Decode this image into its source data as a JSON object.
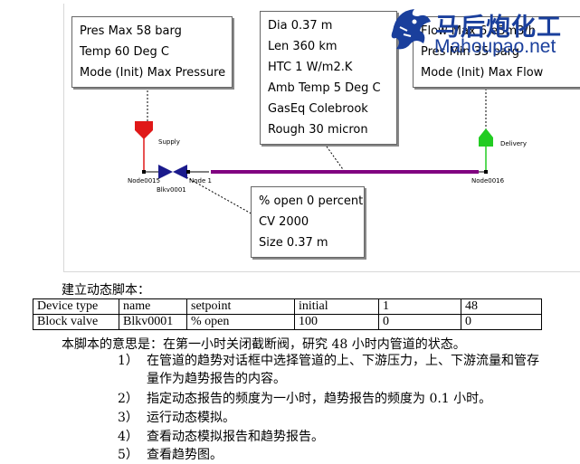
{
  "diagram": {
    "supply_box": [
      "Pres Max 58 barg",
      "Temp 60 Deg C",
      "Mode (Init) Max Pressure"
    ],
    "pipe_box": [
      "Dia 0.37 m",
      "Len 360 km",
      "HTC 1 W/m2.K",
      "Amb Temp 5 Deg C",
      "GasEq Colebrook",
      "Rough 30 micron"
    ],
    "delivery_box": [
      "Flow Max 6 e3m3/h",
      "Pres Min 35 barg",
      "Mode (Init) Max Flow"
    ],
    "valve_box": [
      "% open 0 percent",
      "CV 2000",
      "Size 0.37 m"
    ],
    "labels": {
      "supply": "Supply",
      "delivery": "Delivery",
      "node_0015": "Node0015",
      "node_1": "Node 1",
      "node_0016": "Node0016",
      "valve": "Blkv0001"
    },
    "colors": {
      "supply": "#e01818",
      "delivery": "#22cc22",
      "pipe": "#800080",
      "valve": "#1a1a8c"
    }
  },
  "logo": {
    "cn": "马后炮化工",
    "url": "Mahoupao.net"
  },
  "doc": {
    "title": "建立动态脚本：",
    "table": [
      [
        "Device type",
        "name",
        "setpoint",
        "initial",
        "1",
        "48"
      ],
      [
        "Block valve",
        "Blkv0001",
        "% open",
        "100",
        "0",
        "0"
      ]
    ],
    "meaning": "本脚本的意思是：在第一小时关闭截断阀，研究 48 小时内管道的状态。",
    "steps": [
      {
        "num": "1）",
        "text": "在管道的趋势对话框中选择管道的上、下游压力，上、下游流量和管存量作为趋势报告的内容。"
      },
      {
        "num": "2）",
        "text": "指定动态报告的频度为一小时，趋势报告的频度为 0.1 小时。"
      },
      {
        "num": "3）",
        "text": "运行动态模拟。"
      },
      {
        "num": "4）",
        "text": "查看动态模拟报告和趋势报告。"
      },
      {
        "num": "5）",
        "text": "查看趋势图。"
      }
    ]
  }
}
